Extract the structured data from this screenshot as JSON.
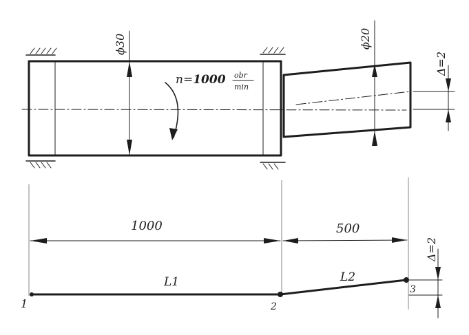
{
  "shaft": {
    "large_diameter": "ϕ30",
    "small_diameter": "ϕ20",
    "speed_prefix": "n=",
    "speed_value": "1000",
    "speed_unit_top": "obr",
    "speed_unit_bottom": "min",
    "runout_top": "Δ=2"
  },
  "dimensions": {
    "length_1": "1000",
    "length_2": "500"
  },
  "model": {
    "element_1": "L1",
    "element_2": "L2",
    "runout": "Δ=2",
    "nodes": [
      "1",
      "2",
      "3"
    ]
  },
  "colors": {
    "ink": "#1d1d1d",
    "paper": "#ffffff"
  }
}
